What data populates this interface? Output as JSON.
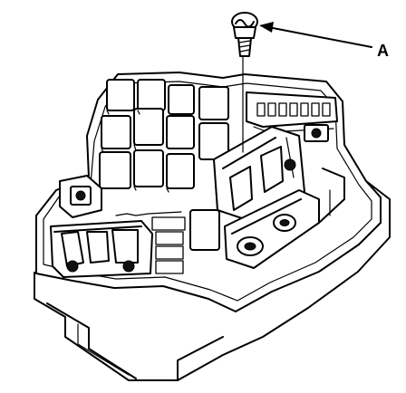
{
  "callout": {
    "label": "A",
    "target_part": "screw"
  },
  "icons": {
    "screw": "screw-icon",
    "arrow": "leader-arrow"
  }
}
